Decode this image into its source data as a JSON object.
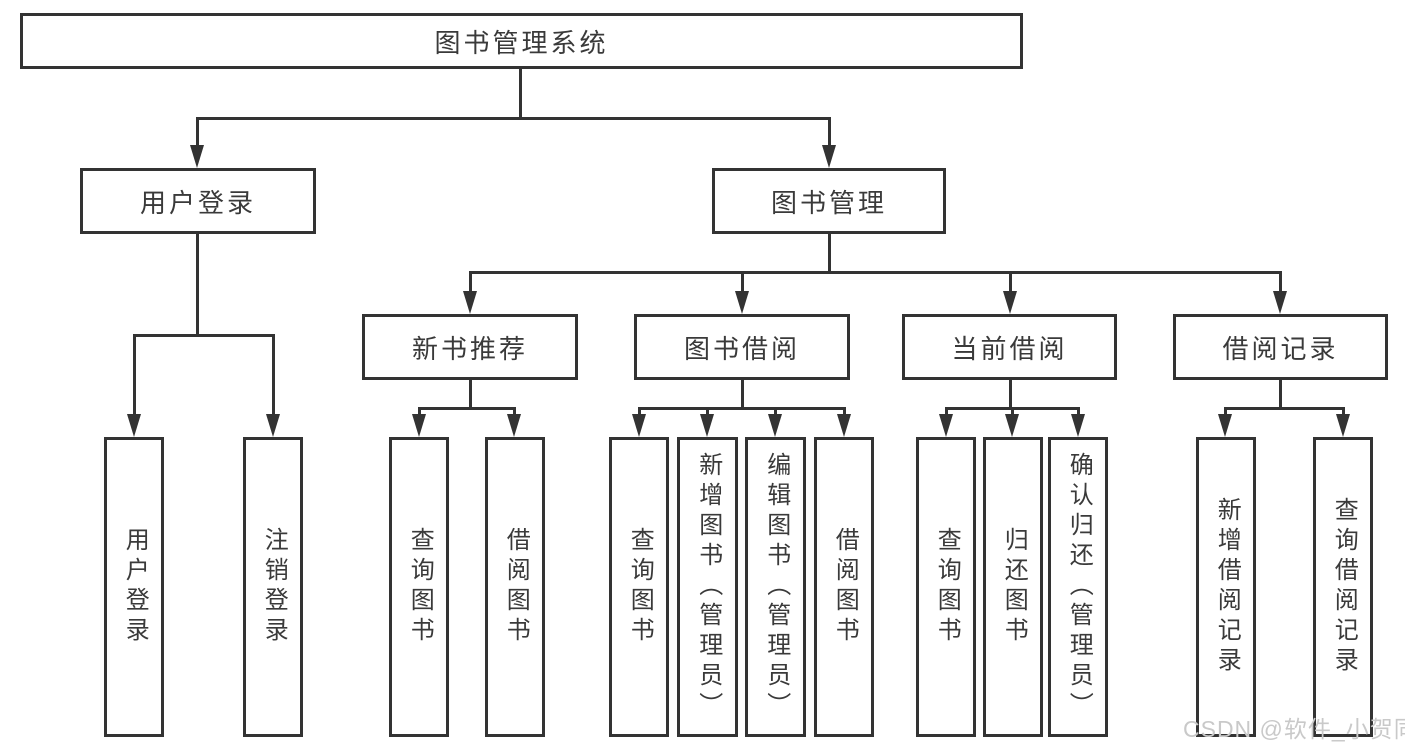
{
  "tree": {
    "root": {
      "label": "图书管理系统"
    },
    "branches": [
      {
        "label": "用户登录",
        "children": [
          {
            "label": "用户登录"
          },
          {
            "label": "注销登录"
          }
        ]
      },
      {
        "label": "图书管理",
        "children": [
          {
            "label": "新书推荐",
            "children": [
              {
                "label": "查询图书"
              },
              {
                "label": "借阅图书"
              }
            ]
          },
          {
            "label": "图书借阅",
            "children": [
              {
                "label": "查询图书"
              },
              {
                "label": "新增图书（管理员）"
              },
              {
                "label": "编辑图书（管理员）"
              },
              {
                "label": "借阅图书"
              }
            ]
          },
          {
            "label": "当前借阅",
            "children": [
              {
                "label": "查询图书"
              },
              {
                "label": "归还图书"
              },
              {
                "label": "确认归还（管理员）"
              }
            ]
          },
          {
            "label": "借阅记录",
            "children": [
              {
                "label": "新增借阅记录"
              },
              {
                "label": "查询借阅记录"
              }
            ]
          }
        ]
      }
    ]
  },
  "watermark": {
    "text": "CSDN @软件_小贺同学"
  },
  "colors": {
    "line": "#333333",
    "text": "#3a3a3a",
    "background": "#ffffff",
    "watermark": "#c9c9c9"
  }
}
